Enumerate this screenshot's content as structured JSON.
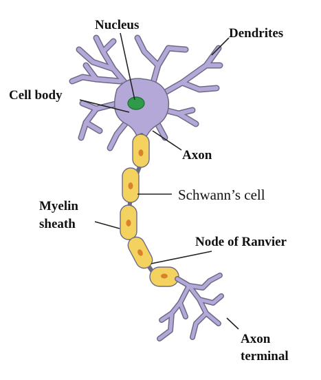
{
  "labels": {
    "nucleus": "Nucleus",
    "dendrites": "Dendrites",
    "cell_body": "Cell body",
    "axon": "Axon",
    "schwann_cell": "Schwann’s cell",
    "myelin_line1": "Myelin",
    "myelin_line2": "sheath",
    "node_of_ranvier": "Node of Ranvier",
    "axon_terminal_line1": "Axon",
    "axon_terminal_line2": "terminal"
  },
  "colors": {
    "cell": "#b3a8d8",
    "outline": "#6d6a86",
    "nucleus": "#2e9a4a",
    "schwann": "#f3d260",
    "schwann_nucleus": "#d9822b"
  }
}
